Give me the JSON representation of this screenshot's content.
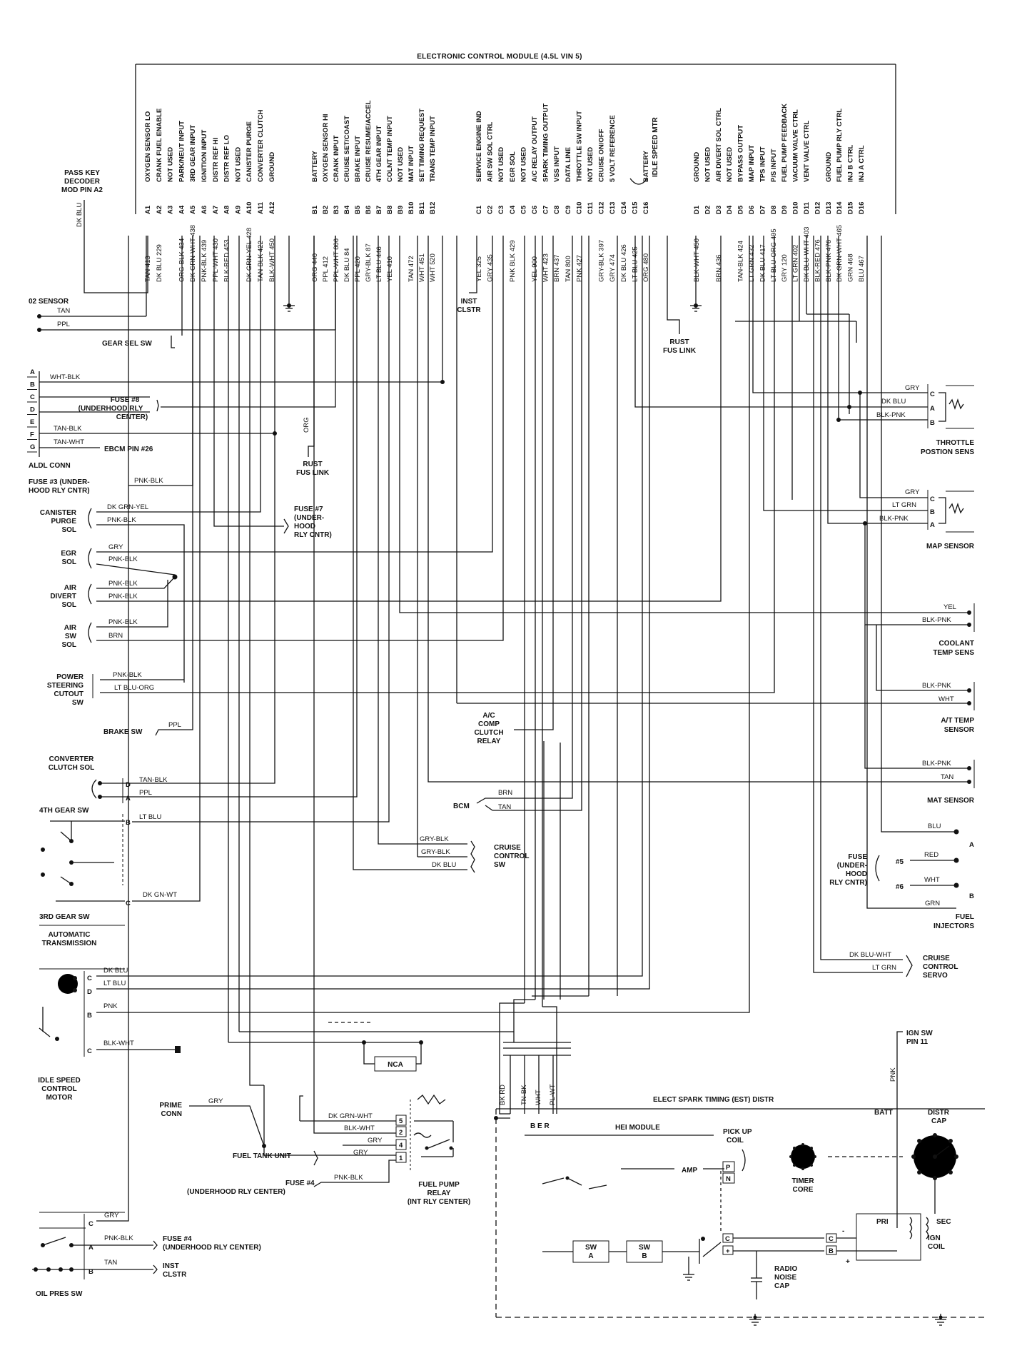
{
  "title": "ELECTRONIC CONTROL MODULE (4.5L VIN 5)",
  "pass_key": [
    "PASS KEY",
    "DECODER",
    "MOD PIN A2"
  ],
  "pass_key_wire": "DK BLU",
  "pins": [
    {
      "id": "A1",
      "func": "OXYGEN SENSOR LO",
      "wire": "TAN 413"
    },
    {
      "id": "A2",
      "func": "CRANK FUEL ENABLE",
      "wire": "DK BLU 229"
    },
    {
      "id": "A3",
      "func": "NOT USED",
      "wire": ""
    },
    {
      "id": "A4",
      "func": "PARK/NEUT INPUT",
      "wire": "ORG-BLK 434"
    },
    {
      "id": "A5",
      "func": "3RD GEAR INPUT",
      "wire": "DK GRN-WHT 438"
    },
    {
      "id": "A6",
      "func": "IGNITION INPUT",
      "wire": "PNK-BLK 439"
    },
    {
      "id": "A7",
      "func": "DISTR REF HI",
      "wire": "PPL-WHT 430"
    },
    {
      "id": "A8",
      "func": "DISTR REF LO",
      "wire": "BLK-RED 453"
    },
    {
      "id": "A9",
      "func": "NOT USED",
      "wire": ""
    },
    {
      "id": "A10",
      "func": "CANISTER PURGE",
      "wire": "DK GRN-YEL 428"
    },
    {
      "id": "A11",
      "func": "CONVERTER CLUTCH",
      "wire": "TAN-BLK 422"
    },
    {
      "id": "A12",
      "func": "GROUND",
      "wire": "BLK-WHT 450"
    },
    {
      "id": "B1",
      "func": "BATTERY",
      "wire": "ORG 440"
    },
    {
      "id": "B2",
      "func": "OXYGEN SENSOR HI",
      "wire": "PPL 412"
    },
    {
      "id": "B3",
      "func": "CRANK INPUT",
      "wire": "PPL-WHT 806"
    },
    {
      "id": "B4",
      "func": "CRUISE SET/COAST",
      "wire": "DK BLU 84"
    },
    {
      "id": "B5",
      "func": "BRAKE INPUT",
      "wire": "PPL 420"
    },
    {
      "id": "B6",
      "func": "CRUISE RESUME/ACCEL",
      "wire": "GRY-BLK 87"
    },
    {
      "id": "B7",
      "func": "4TH GEAR INPUT",
      "wire": "LT BLU 446"
    },
    {
      "id": "B8",
      "func": "COLNT TEMP INPUT",
      "wire": "YEL 410"
    },
    {
      "id": "B9",
      "func": "NOT USED",
      "wire": ""
    },
    {
      "id": "B10",
      "func": "MAT INPUT",
      "wire": "TAN 472"
    },
    {
      "id": "B11",
      "func": "SET TIMING REQUEST",
      "wire": "WHT 451"
    },
    {
      "id": "B12",
      "func": "TRANS TEMP INPUT",
      "wire": "WHT 520"
    },
    {
      "id": "C1",
      "func": "SERVICE ENGINE IND",
      "wire": "YEL 325"
    },
    {
      "id": "C2",
      "func": "AIR SW SOL CTRL",
      "wire": "GRY 435"
    },
    {
      "id": "C3",
      "func": "NOT USED",
      "wire": ""
    },
    {
      "id": "C4",
      "func": "EGR SOL",
      "wire": "PNK BLK 429"
    },
    {
      "id": "C5",
      "func": "NOT USED",
      "wire": ""
    },
    {
      "id": "C6",
      "func": "A/C RELAY OUTPUT",
      "wire": "YEL 900"
    },
    {
      "id": "C7",
      "func": "SPARK TIMING OUTPUT",
      "wire": "WHT 423"
    },
    {
      "id": "C8",
      "func": "VSS INPUT",
      "wire": "BRN 437"
    },
    {
      "id": "C9",
      "func": "DATA LINE",
      "wire": "TAN 800"
    },
    {
      "id": "C10",
      "func": "THROTTLE SW INPUT",
      "wire": "PNK 427"
    },
    {
      "id": "C11",
      "func": "NOT USED",
      "wire": ""
    },
    {
      "id": "C12",
      "func": "CRUISE ON/OFF",
      "wire": "GRY-BLK 397"
    },
    {
      "id": "C13",
      "func": "5 VOLT REFERENCE",
      "wire": "GRY 474"
    },
    {
      "id": "C14",
      "func": "",
      "wire": "DK BLU 426"
    },
    {
      "id": "C15",
      "func": "",
      "wire": "LT BLU 425"
    },
    {
      "id": "C16",
      "func": "BATTERY",
      "wire": "ORG 480"
    },
    {
      "id": "D1",
      "func": "GROUND",
      "wire": "BLK-WHT 450"
    },
    {
      "id": "D2",
      "func": "NOT USED",
      "wire": ""
    },
    {
      "id": "D3",
      "func": "AIR DIVERT SOL CTRL",
      "wire": "BRN 436"
    },
    {
      "id": "D4",
      "func": "NOT USED",
      "wire": ""
    },
    {
      "id": "D5",
      "func": "BYPASS OUTPUT",
      "wire": "TAN-BLK 424"
    },
    {
      "id": "D6",
      "func": "MAP INPUT",
      "wire": "LT GRN 432"
    },
    {
      "id": "D7",
      "func": "TPS INPUT",
      "wire": "DK BLU 417"
    },
    {
      "id": "D8",
      "func": "P/S INPUT",
      "wire": "LT BLU-ORG 495"
    },
    {
      "id": "D9",
      "func": "FUEL PUMP FEEDBACK",
      "wire": "GRY 120"
    },
    {
      "id": "D10",
      "func": "VACUUM VALVE CTRL",
      "wire": "LT GRN 402"
    },
    {
      "id": "D11",
      "func": "VENT VALVE CTRL",
      "wire": "DK BLU-WHT 403"
    },
    {
      "id": "D12",
      "func": "",
      "wire": "BLK-RED 476"
    },
    {
      "id": "D13",
      "func": "GROUND",
      "wire": "BLK-PNK 476"
    },
    {
      "id": "D14",
      "func": "FUEL PUMP RLY CTRL",
      "wire": "DK GRN-WHT 465"
    },
    {
      "id": "D15",
      "func": "INJ B CTRL",
      "wire": "GRN 468"
    },
    {
      "id": "D16",
      "func": "INJ A CTRL",
      "wire": "BLU 467"
    }
  ],
  "idle_speed_mtr": "IDLE SPEED MTR",
  "labels": {
    "o2_sensor": "02 SENSOR",
    "o2_tan": "TAN",
    "o2_ppl": "PPL",
    "gear_sel_sw": "GEAR SEL SW",
    "inst_clstr_top": [
      "INST",
      "CLSTR"
    ],
    "rust_fus_link_top": [
      "RUST",
      "FUS LINK"
    ],
    "aldl_letters": [
      "A",
      "B",
      "C",
      "D",
      "E",
      "F",
      "G"
    ],
    "aldl_wht_blk": "WHT-BLK",
    "fuse8": [
      "FUSE #8",
      "(UNDERHOOD RLY",
      "CENTER)"
    ],
    "aldl_tan_blk": "TAN-BLK",
    "aldl_tan_wht": "TAN-WHT",
    "ebcm": "EBCM PIN #26",
    "aldl_conn": "ALDL CONN",
    "org_vert": "ORG",
    "rust_fus_link_mid": [
      "RUST",
      "FUS LINK"
    ],
    "fuse3": [
      "FUSE #3 (UNDER-",
      "HOOD RLY CNTR)"
    ],
    "fuse3_wire": "PNK-BLK",
    "canister": [
      "CANISTER",
      "PURGE",
      "SOL"
    ],
    "canister_w1": "DK GRN-YEL",
    "canister_w2": "PNK-BLK",
    "fuse7": [
      "FUSE #7",
      "(UNDER-",
      "HOOD",
      "RLY CNTR)"
    ],
    "egr": [
      "EGR",
      "SOL"
    ],
    "egr_w1": "GRY",
    "egr_w2": "PNK-BLK",
    "air_divert": [
      "AIR",
      "DIVERT",
      "SOL"
    ],
    "air_divert_w1": "PNK-BLK",
    "air_divert_w2": "PNK-BLK",
    "air_sw": [
      "AIR",
      "SW",
      "SOL"
    ],
    "air_sw_w1": "PNK-BLK",
    "air_sw_w2": "BRN",
    "power_steering": [
      "POWER",
      "STEERING",
      "CUTOUT",
      "SW"
    ],
    "ps_w1": "PNK-BLK",
    "ps_w2": "LT BLU-ORG",
    "brake_sw": "BRAKE SW",
    "brake_w": "PPL",
    "ac_comp": [
      "A/C",
      "COMP",
      "CLUTCH",
      "RELAY"
    ],
    "converter": [
      "CONVERTER",
      "CLUTCH SOL"
    ],
    "conv_d": "D",
    "conv_a": "A",
    "conv_w1": "TAN-BLK",
    "conv_w2": "PPL",
    "bcm": "BCM",
    "bcm_w1": "BRN",
    "bcm_w2": "TAN",
    "fourth_gear_sw": "4TH GEAR SW",
    "fourth_b": "B",
    "fourth_w": "LT BLU",
    "cruise_w1": "GRY-BLK",
    "cruise_w2": "GRY-BLK",
    "cruise_w3": "DK BLU",
    "cruise_ctrl_sw": [
      "CRUISE",
      "CONTROL",
      "SW"
    ],
    "third_c": "C",
    "third_w": "DK GN-WT",
    "third_gear_sw": "3RD GEAR SW",
    "auto_trans": [
      "AUTOMATIC",
      "TRANSMISSION"
    ],
    "throttle_gry": "GRY",
    "throttle_dkblu": "DK BLU",
    "throttle_blkpnk": "BLK-PNK",
    "throttle_c": "C",
    "throttle_a": "A",
    "throttle_b": "B",
    "throttle_name": [
      "THROTTLE",
      "POSTION SENS"
    ],
    "map_gry": "GRY",
    "map_ltgrn": "LT GRN",
    "map_blkpnk": "BLK-PNK",
    "map_c": "C",
    "map_b": "B",
    "map_a": "A",
    "map_name": "MAP SENSOR",
    "coolant_yel": "YEL",
    "coolant_blkpnk": "BLK-PNK",
    "coolant_name": [
      "COOLANT",
      "TEMP SENS"
    ],
    "at_blkpnk": "BLK-PNK",
    "at_wht": "WHT",
    "at_name": [
      "A/T TEMP",
      "SENSOR"
    ],
    "mat_blkpnk": "BLK-PNK",
    "mat_tan": "TAN",
    "mat_name": "MAT SENSOR",
    "inj_blu": "BLU",
    "inj_a": "A",
    "inj_fuse": [
      "FUSE",
      "(UNDER-",
      "HOOD",
      "RLY CNTR)"
    ],
    "inj_5": "#5",
    "inj_red": "RED",
    "inj_6": "#6",
    "inj_wht": "WHT",
    "inj_grn": "GRN",
    "inj_b": "B",
    "inj_name": [
      "FUEL",
      "INJECTORS"
    ],
    "servo_w1": "DK BLU-WHT",
    "servo_w2": "LT GRN",
    "servo_name": [
      "CRUISE",
      "CONTROL",
      "SERVO"
    ],
    "isc_c": "C",
    "isc_d": "D",
    "isc_b": "B",
    "isc_c2": "C",
    "isc_w1": "DK BLU",
    "isc_w2": "LT BLU",
    "isc_w3": "PNK",
    "isc_w4": "BLK-WHT",
    "isc_name": [
      "IDLE SPEED",
      "CONTROL",
      "MOTOR"
    ],
    "nca": "NCA",
    "hei_wires": [
      "BK RD",
      "TN-BK",
      "WHT",
      "PL-WT"
    ],
    "hei_pins": "B E R",
    "hei_module": "HEI MODULE",
    "ign_sw": [
      "IGN SW",
      "PIN 11"
    ],
    "ign_pnk": "PNK",
    "est_title": "ELECT SPARK TIMING (EST) DISTR",
    "batt": "BATT",
    "distr_cap": [
      "DISTR",
      "CAP"
    ],
    "pickup_coil": [
      "PICK UP",
      "COIL"
    ],
    "amp": "AMP",
    "pick_p": "P",
    "pick_n": "N",
    "timer_core": [
      "TIMER",
      "CORE"
    ],
    "sw_a": [
      "SW",
      "A"
    ],
    "sw_b": [
      "SW",
      "B"
    ],
    "term_c": "C",
    "term_plus": "+",
    "coil_c": "C",
    "coil_b": "B",
    "coil_minus": "-",
    "coil_plus": "+",
    "pri": "PRI",
    "sec": "SEC",
    "ign_coil": [
      "IGN",
      "COIL"
    ],
    "radio_cap": [
      "RADIO",
      "NOISE",
      "CAP"
    ],
    "prime_conn": [
      "PRIME",
      "CONN"
    ],
    "prime_w": "GRY",
    "fuel_tank_unit": "FUEL TANK UNIT",
    "fp_w1": "DK GRN-WHT",
    "fp_w2": "BLK-WHT",
    "fp_w3": "GRY",
    "fp_w4": "GRY",
    "fp_pins": [
      "5",
      "2",
      "4",
      "1"
    ],
    "fuse4_mid": [
      "FUSE #4",
      "(UNDERHOOD RLY CENTER)"
    ],
    "fuse4_mid_w": "PNK-BLK",
    "fp_relay": [
      "FUEL PUMP",
      "RELAY",
      "(INT RLY CENTER)"
    ],
    "op_c": "C",
    "op_a": "A",
    "op_b": "B",
    "op_w1": "GRY",
    "op_w2": "PNK-BLK",
    "op_w3": "TAN",
    "fuse4_bot": [
      "FUSE #4",
      "(UNDERHOOD RLY CENTER)"
    ],
    "inst_clstr_bot": [
      "INST",
      "CLSTR"
    ],
    "oil_pres_sw": "OIL PRES SW"
  }
}
